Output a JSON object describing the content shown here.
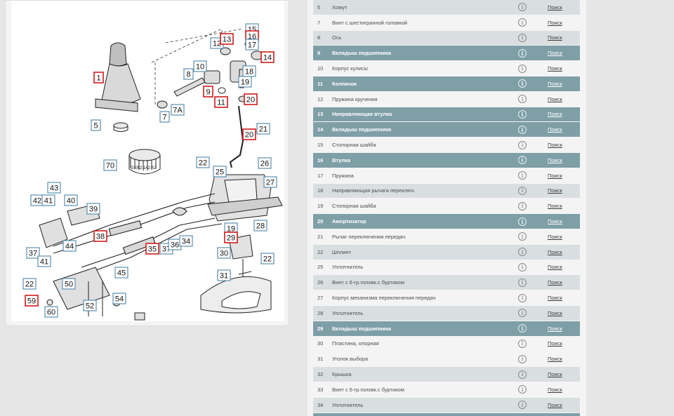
{
  "diagram": {
    "caption_code": "G 052 142 A2",
    "callouts": [
      {
        "label": "1",
        "style": "red"
      },
      {
        "label": "5",
        "style": "blue"
      },
      {
        "label": "7",
        "style": "blue"
      },
      {
        "label": "7A",
        "style": "blue"
      },
      {
        "label": "8",
        "style": "blue"
      },
      {
        "label": "9",
        "style": "red"
      },
      {
        "label": "10",
        "style": "blue"
      },
      {
        "label": "11",
        "style": "red"
      },
      {
        "label": "12",
        "style": "blue"
      },
      {
        "label": "13",
        "style": "red"
      },
      {
        "label": "14",
        "style": "red"
      },
      {
        "label": "15",
        "style": "blue"
      },
      {
        "label": "16",
        "style": "red"
      },
      {
        "label": "17",
        "style": "blue"
      },
      {
        "label": "18",
        "style": "blue"
      },
      {
        "label": "19",
        "style": "blue"
      },
      {
        "label": "20",
        "style": "red"
      },
      {
        "label": "20",
        "style": "red"
      },
      {
        "label": "21",
        "style": "blue"
      },
      {
        "label": "22",
        "style": "blue"
      },
      {
        "label": "25",
        "style": "blue"
      },
      {
        "label": "26",
        "style": "blue"
      },
      {
        "label": "27",
        "style": "blue"
      },
      {
        "label": "28",
        "style": "blue"
      },
      {
        "label": "19",
        "style": "blue"
      },
      {
        "label": "29",
        "style": "red"
      },
      {
        "label": "30",
        "style": "blue"
      },
      {
        "label": "22",
        "style": "blue"
      },
      {
        "label": "31",
        "style": "blue"
      },
      {
        "label": "70",
        "style": "blue"
      },
      {
        "label": "43",
        "style": "blue"
      },
      {
        "label": "42",
        "style": "blue"
      },
      {
        "label": "41",
        "style": "blue"
      },
      {
        "label": "40",
        "style": "blue"
      },
      {
        "label": "39",
        "style": "blue"
      },
      {
        "label": "38",
        "style": "red"
      },
      {
        "label": "44",
        "style": "blue"
      },
      {
        "label": "37",
        "style": "blue"
      },
      {
        "label": "41",
        "style": "blue"
      },
      {
        "label": "35",
        "style": "red"
      },
      {
        "label": "37",
        "style": "blue"
      },
      {
        "label": "36",
        "style": "blue"
      },
      {
        "label": "34",
        "style": "blue"
      },
      {
        "label": "45",
        "style": "blue"
      },
      {
        "label": "22",
        "style": "blue"
      },
      {
        "label": "50",
        "style": "blue"
      },
      {
        "label": "59",
        "style": "red"
      },
      {
        "label": "60",
        "style": "blue"
      },
      {
        "label": "52",
        "style": "blue"
      },
      {
        "label": "54",
        "style": "blue"
      }
    ]
  },
  "parts": {
    "search_label": "Поиск",
    "info_glyph": "i",
    "rows": [
      {
        "num": "5",
        "name": "Хомут",
        "style": "light"
      },
      {
        "num": "7",
        "name": "Винт с шестигранной головкой",
        "style": "white"
      },
      {
        "num": "8",
        "name": "Ось",
        "style": "light"
      },
      {
        "num": "9",
        "name": "Вкладыш подшипника",
        "style": "dark"
      },
      {
        "num": "10",
        "name": "Корпус кулисы",
        "style": "white"
      },
      {
        "num": "11",
        "name": "Колпачок",
        "style": "dark"
      },
      {
        "num": "12",
        "name": "Пружина кручения",
        "style": "white"
      },
      {
        "num": "13",
        "name": "Направляющая втулка",
        "style": "dark"
      },
      {
        "num": "14",
        "name": "Вкладыш подшипника",
        "style": "dark"
      },
      {
        "num": "15",
        "name": "Стопорная шайба",
        "style": "white"
      },
      {
        "num": "16",
        "name": "Втулка",
        "style": "dark"
      },
      {
        "num": "17",
        "name": "Пружина",
        "style": "white"
      },
      {
        "num": "18",
        "name": "Направляющая рычага переключ.",
        "style": "light"
      },
      {
        "num": "19",
        "name": "Стопорная шайба",
        "style": "white"
      },
      {
        "num": "20",
        "name": "Амортизатор",
        "style": "dark"
      },
      {
        "num": "21",
        "name": "Рычаг переключения передач",
        "style": "white"
      },
      {
        "num": "22",
        "name": "Шплинт",
        "style": "light"
      },
      {
        "num": "25",
        "name": "Уплотнитель",
        "style": "white"
      },
      {
        "num": "26",
        "name": "Винт с 6-гр.головк.с буртиком",
        "style": "light"
      },
      {
        "num": "27",
        "name": "Корпус механизма переключения передач",
        "style": "white"
      },
      {
        "num": "28",
        "name": "Уплотнитель",
        "style": "light"
      },
      {
        "num": "29",
        "name": "Вкладыш подшипника",
        "style": "dark"
      },
      {
        "num": "30",
        "name": "Пластина, опорная",
        "style": "white"
      },
      {
        "num": "31",
        "name": "Уголок выбора",
        "style": "white"
      },
      {
        "num": "32",
        "name": "Крышка",
        "style": "light"
      },
      {
        "num": "33",
        "name": "Винт с 6-гр.головк.с буртиком",
        "style": "white"
      },
      {
        "num": "34",
        "name": "Уплотнитель",
        "style": "light"
      },
      {
        "num": "",
        "name": "",
        "style": "dark"
      }
    ]
  }
}
